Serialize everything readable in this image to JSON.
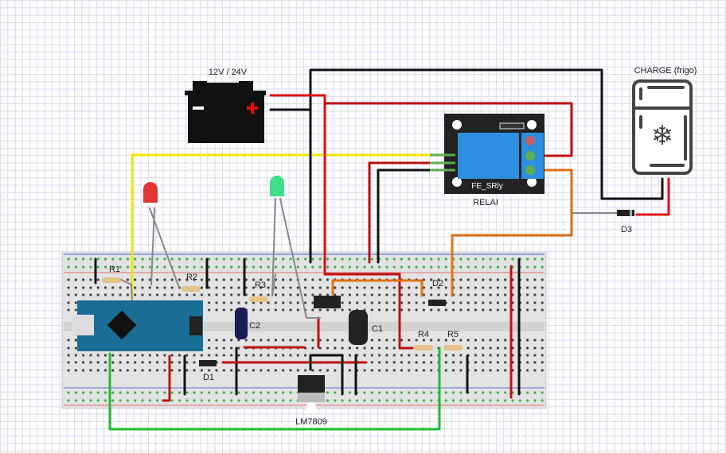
{
  "labels": {
    "battery": "12V / 24V",
    "battery_minus": "−",
    "battery_plus": "+",
    "relay_title": "RELAI",
    "relay_board": "FE_SRly",
    "load": "CHARGE (frigo)",
    "d1": "D1",
    "d2": "D2",
    "d3": "D3",
    "r1": "R1",
    "r2": "R2",
    "r3": "R3",
    "r4": "R4",
    "r5": "R5",
    "c1": "C1",
    "c2": "C2",
    "regulator": "LM7809"
  },
  "colors": {
    "red_wire": "#cc1111",
    "black_wire": "#111111",
    "yellow_wire": "#f2e600",
    "orange_wire": "#e07010",
    "green_wire": "#22bb33",
    "gray_wire": "#888888",
    "arduino": "#1a6e95",
    "relay": "#2d8fe0",
    "breadboard": "#e3e3e3"
  }
}
